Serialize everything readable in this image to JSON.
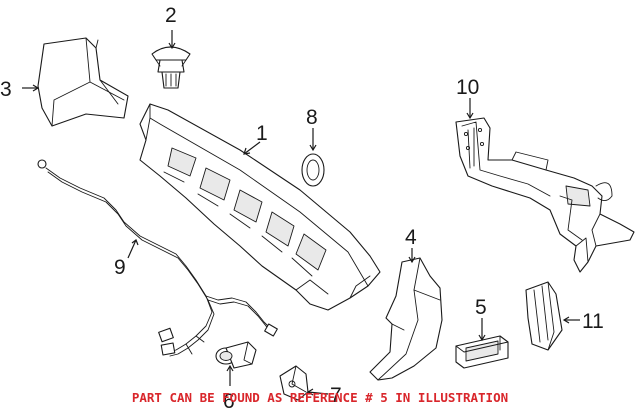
{
  "callouts": {
    "c1": "1",
    "c2": "2",
    "c3": "3",
    "c4": "4",
    "c5": "5",
    "c6": "6",
    "c7": "7",
    "c8": "8",
    "c9": "9",
    "c10": "10",
    "c11": "11"
  },
  "caption": "PART CAN BE FOUND AS REFERENCE # 5 IN ILLUSTRATION",
  "colors": {
    "caption": "#d9262b",
    "line": "#1a1a1a",
    "background": "#ffffff"
  }
}
